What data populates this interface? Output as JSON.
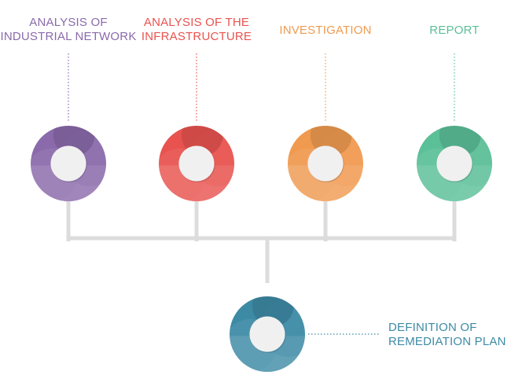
{
  "diagram": {
    "stages": [
      {
        "label": "ANALYSIS OF\nINDUSTRIAL NETWORK",
        "color": "#8a6aab"
      },
      {
        "label": "ANALYSIS OF THE\nINFRASTRUCTURE",
        "color": "#e8534f"
      },
      {
        "label": "INVESTIGATION",
        "color": "#f09a50"
      },
      {
        "label": "REPORT",
        "color": "#5bbf98"
      }
    ],
    "result": {
      "label": "DEFINITION OF\nREMEDIATION PLAN",
      "color": "#3d8aa5"
    },
    "connector_color": "#dcdcdc",
    "inner_circle_color": "#f1f0f1"
  }
}
